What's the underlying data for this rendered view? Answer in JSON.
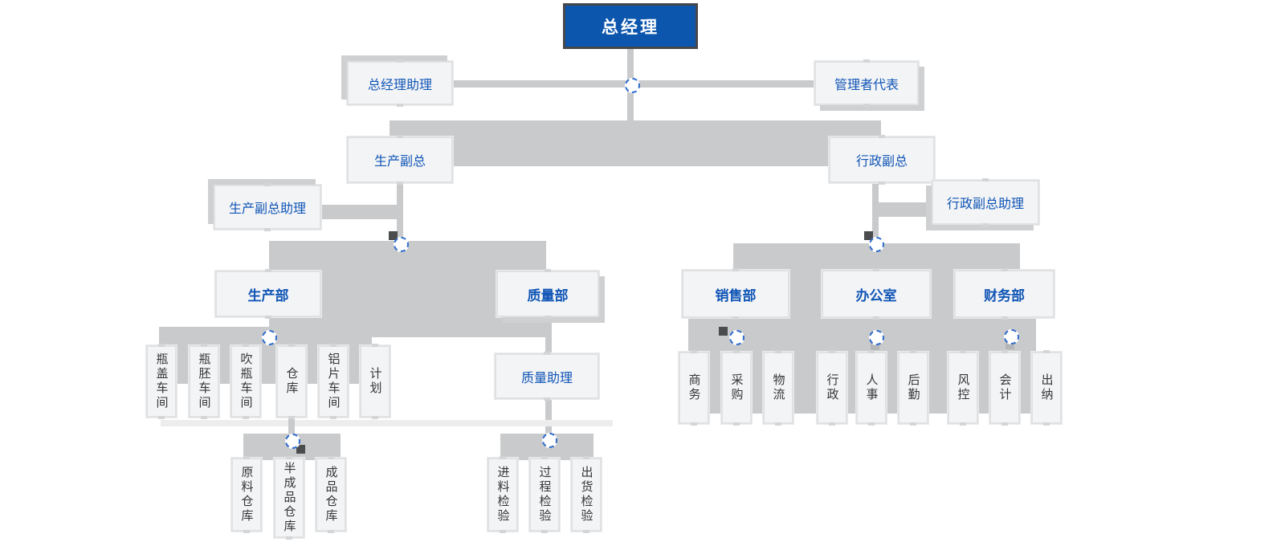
{
  "palette": {
    "root_bg": "#0c56ae",
    "root_border": "#45474a",
    "label_blue": "#1156b6",
    "label_dark": "#353637",
    "connector_gray": "#c9cacb",
    "connector_light": "#ededee",
    "node_bg": "#f3f4f6",
    "node_border": "#e0e1e3",
    "junction_dash_blue": "#2e6bcc"
  },
  "org": {
    "root": "总经理",
    "gm_assistant": "总经理助理",
    "mgmt_rep": "管理者代表",
    "prod_vp": "生产副总",
    "admin_vp": "行政副总",
    "prod_vp_assistant": "生产副总助理",
    "admin_vp_assistant": "行政副总助理",
    "prod_dept": "生产部",
    "quality_dept": "质量部",
    "sales_dept": "销售部",
    "office": "办公室",
    "finance_dept": "财务部",
    "quality_assistant": "质量助理",
    "prod_children": [
      "瓶盖车间",
      "瓶胚车间",
      "吹瓶车间",
      "仓库",
      "铝片车间",
      "计划"
    ],
    "warehouse_children": [
      "原料仓库",
      "半成品仓库",
      "成品仓库"
    ],
    "inspection_children": [
      "进料检验",
      "过程检验",
      "出货检验"
    ],
    "sales_children": [
      "商务",
      "采购",
      "物流"
    ],
    "office_children": [
      "行政",
      "人事",
      "后勤"
    ],
    "finance_children": [
      "风控",
      "会计",
      "出纳"
    ]
  }
}
